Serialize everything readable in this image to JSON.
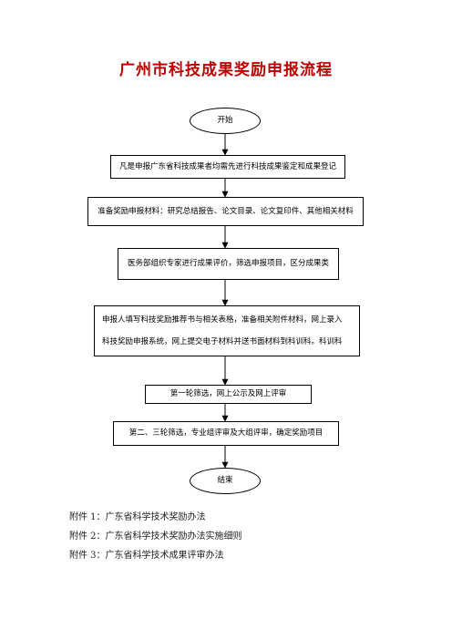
{
  "title": "广州市科技成果奖励申报流程",
  "nodes": {
    "start": "开始",
    "step1": "凡是申报广东省科技成果者均需先进行科技成果鉴定和成果登记",
    "step2": "准备奖励申报材料：研究总结报告、论文目录、论文复印件、其他相关材料",
    "step3": "医务部组织专家进行成果评价，筛选申报项目，区分成果类",
    "step4_line1": "申报人填写科技奖励推荐书与相关表格，准备相关附件材料，网上录入",
    "step4_line2": "科技奖励申报系统，网上提交电子材料并送书面材料到科训科。科训科",
    "step5": "第一轮筛选，网上公示及网上评审",
    "step6": "第二、三轮筛选，专业组评审及大组评审，确定奖励项目",
    "end": "结束"
  },
  "attachments": [
    "附件 1：广东省科学技术奖励办法",
    "附件 2：广东省科学技术奖励办法实施细则",
    "附件 3：广东省科学技术成果评审办法"
  ]
}
